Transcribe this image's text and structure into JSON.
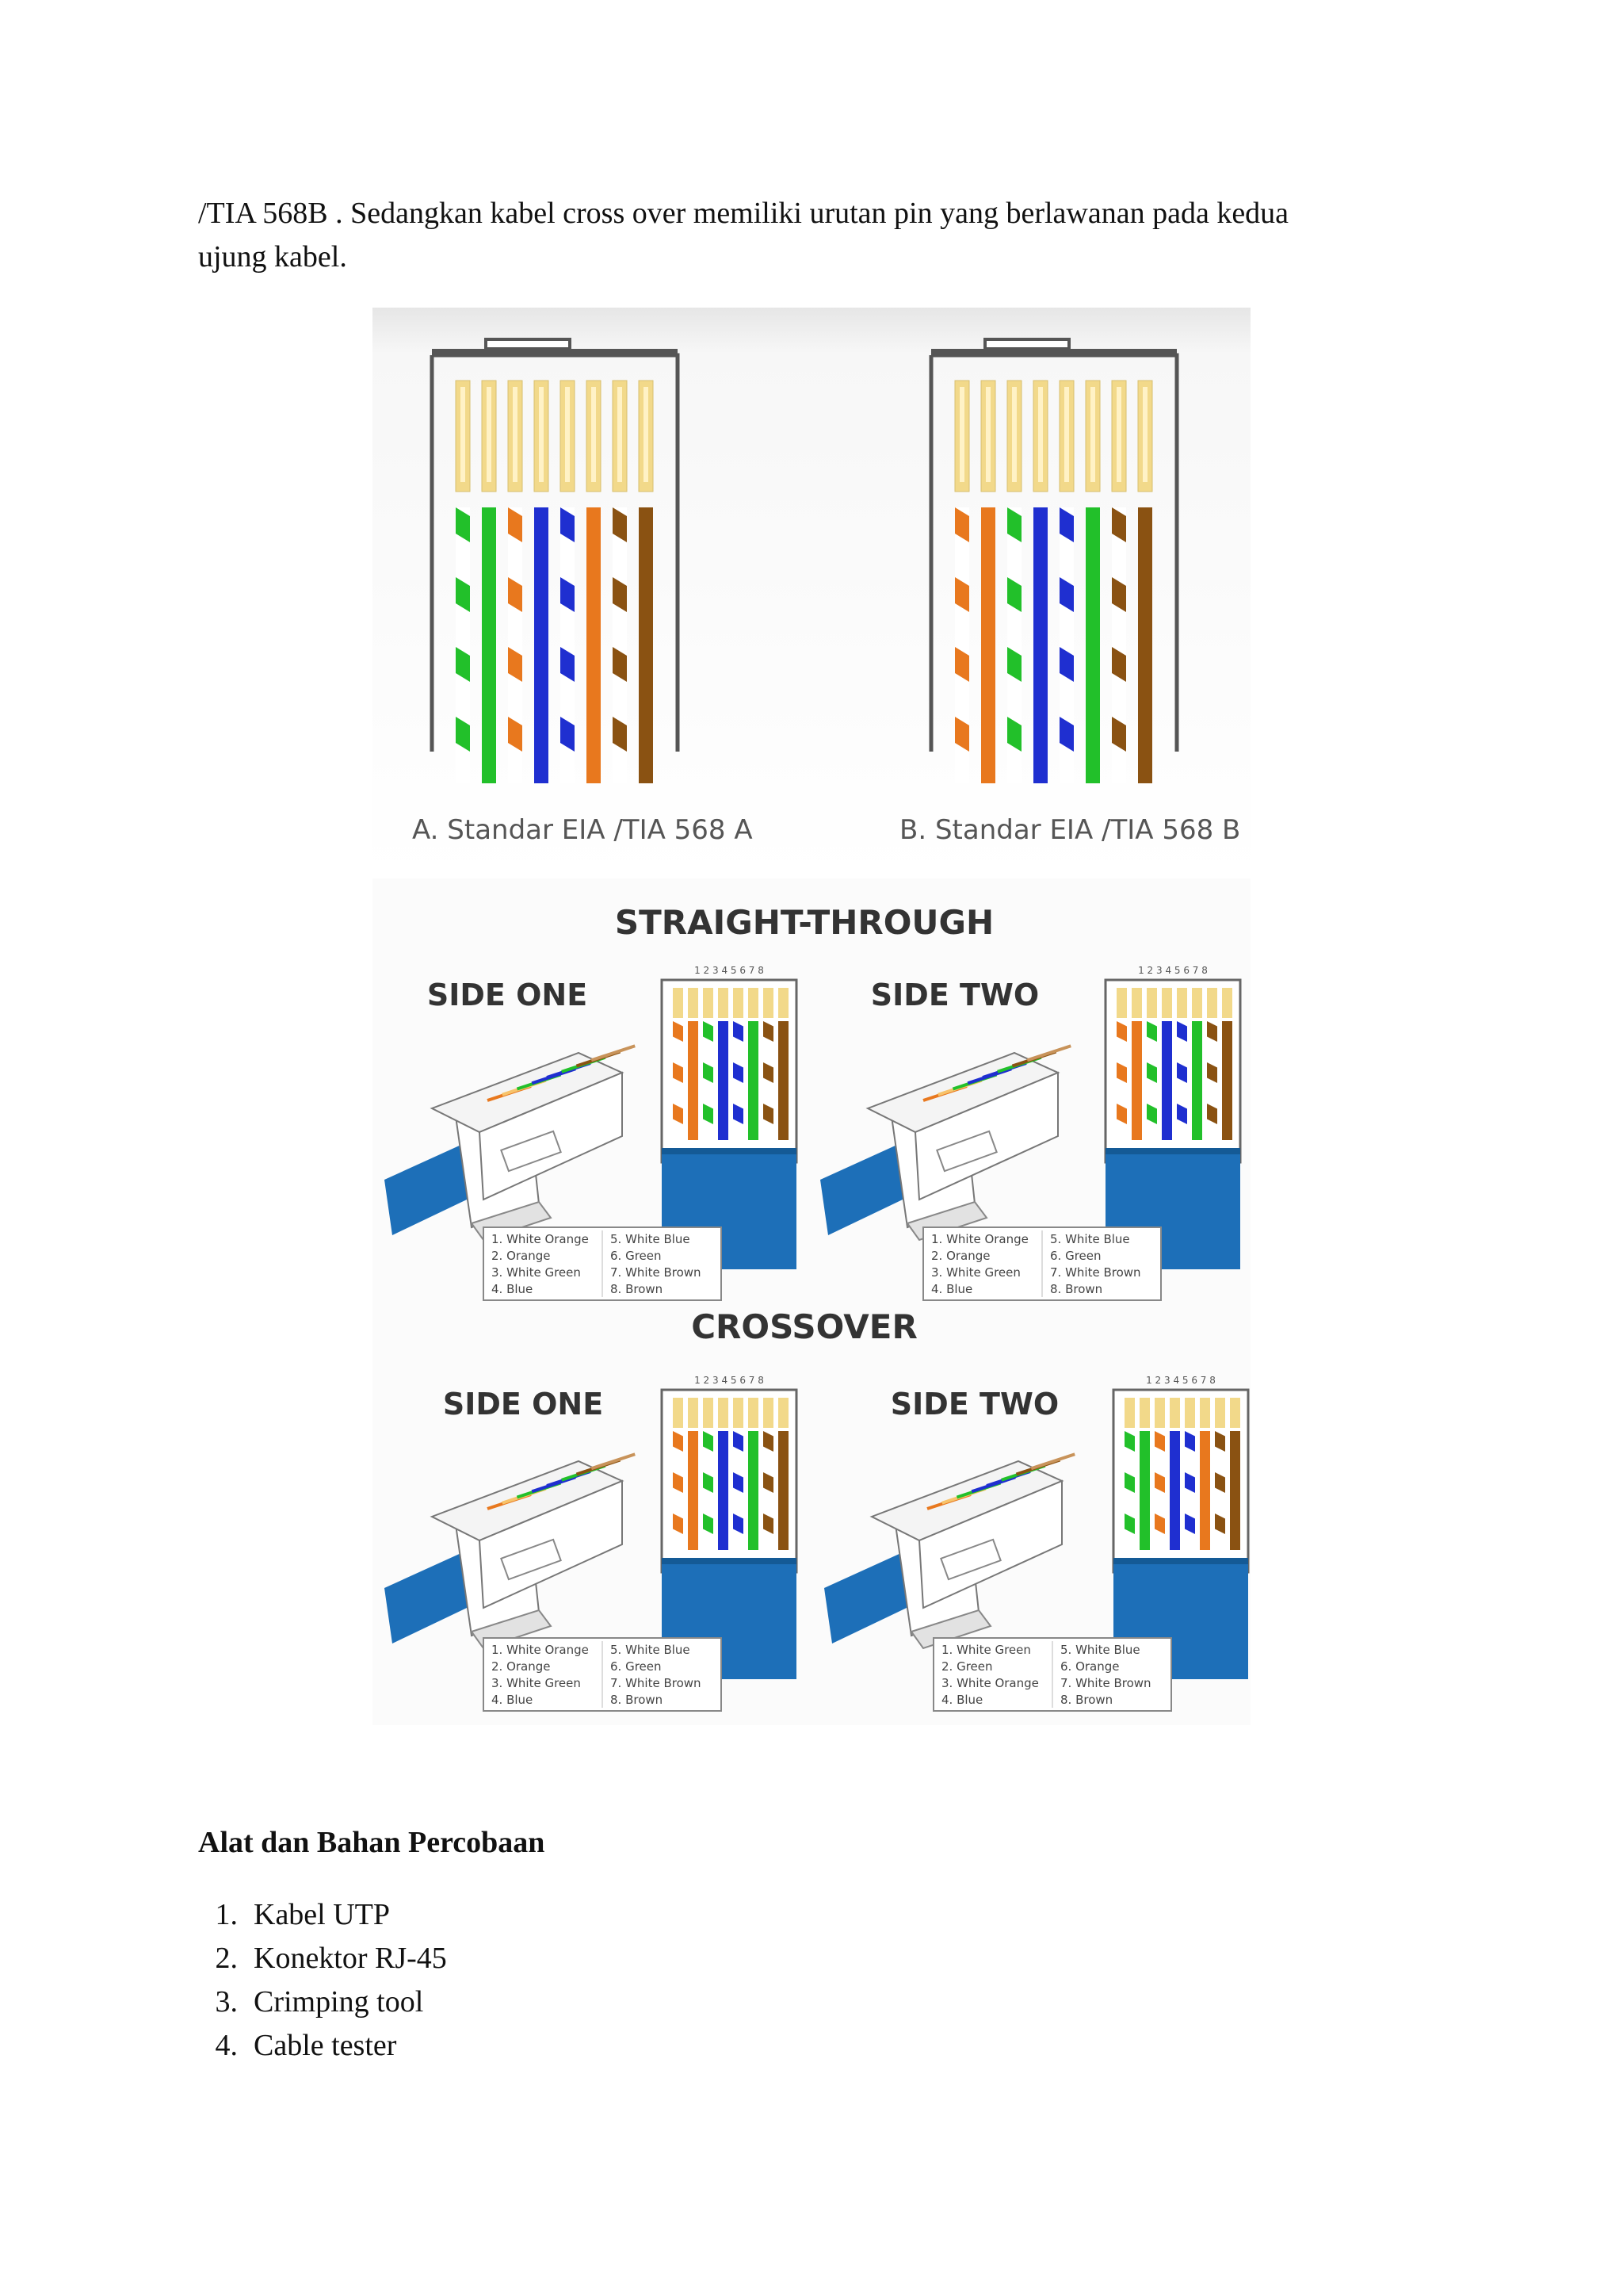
{
  "paragraph": {
    "line1": "/TIA 568B . Sedangkan kabel cross over memiliki urutan pin yang berlawanan pada kedua",
    "line2": "ujung kabel."
  },
  "figure_top": {
    "caption_a": "A. Standar EIA /TIA 568 A",
    "caption_b": "B. Standar EIA /TIA 568 B"
  },
  "figure_bottom": {
    "straight_title": "STRAIGHT-THROUGH",
    "crossover_title": "CROSSOVER",
    "side_one": "SIDE ONE",
    "side_two": "SIDE TWO",
    "pin_numbers": "1 2 3 4 5 6 7 8",
    "legend_568b": {
      "left": [
        "1. White Orange",
        "2. Orange",
        "3. White Green",
        "4. Blue"
      ],
      "right": [
        "5. White Blue",
        "6. Green",
        "7. White Brown",
        "8. Brown"
      ]
    },
    "legend_568a": {
      "left": [
        "1. White Green",
        "2. Green",
        "3. White Orange",
        "4. Blue"
      ],
      "right": [
        "5. White Blue",
        "6. Orange",
        "7. White Brown",
        "8. Brown"
      ]
    }
  },
  "section": {
    "heading": "Alat dan Bahan Percobaan",
    "items": [
      {
        "num": "1.",
        "label": "Kabel UTP"
      },
      {
        "num": "2.",
        "label": "Konektor RJ-45"
      },
      {
        "num": "3.",
        "label": "Crimping  tool"
      },
      {
        "num": "4.",
        "label": "Cable tester"
      }
    ]
  },
  "colors": {
    "orange": "#e8781e",
    "green": "#22c02a",
    "blue": "#1f2fd0",
    "brown": "#8a5212",
    "pin": "#f2d98a",
    "cable_blue": "#1d6fb8"
  }
}
